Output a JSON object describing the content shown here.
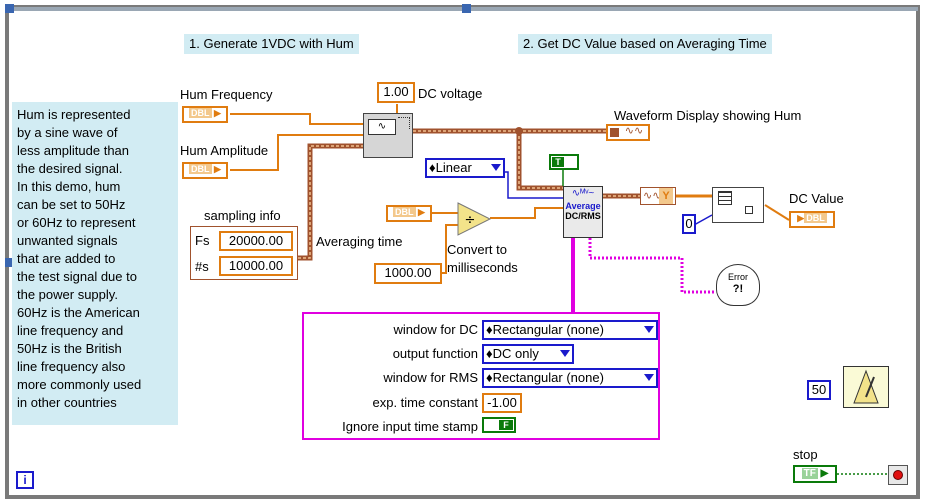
{
  "annotations": {
    "step1": "1. Generate 1VDC with Hum",
    "step2": "2. Get DC Value based on Averaging Time",
    "description": [
      "Hum is represented",
      "by a sine wave of",
      "less amplitude than",
      "the desired signal.",
      "In this demo, hum",
      "can be set to 50Hz",
      "or 60Hz to represent",
      "unwanted signals",
      "that are added to",
      "the test signal due to",
      "the power supply.",
      "60Hz is the American",
      "line frequency and",
      "50Hz is the British",
      "line frequency also",
      "more commonly used",
      "in other countries"
    ]
  },
  "controls": {
    "hum_frequency": {
      "label": "Hum Frequency",
      "type": "DBL"
    },
    "hum_amplitude": {
      "label": "Hum Amplitude",
      "type": "DBL"
    },
    "sampling_info": {
      "label": "sampling info",
      "fs_label": "Fs",
      "fs_value": "20000.00",
      "ns_label": "#s",
      "ns_value": "10000.00"
    },
    "averaging_time": {
      "label": "Averaging time",
      "type": "DBL"
    },
    "stop": {
      "label": "stop",
      "type": "TF"
    }
  },
  "constants": {
    "dc_voltage": {
      "value": "1.00",
      "label": "DC voltage"
    },
    "milliseconds": {
      "value": "1000.00"
    },
    "convert_label": [
      "Convert to",
      "milliseconds"
    ],
    "linear": "Linear",
    "index_zero": "0",
    "wait_ms": "50",
    "true_const": "T"
  },
  "indicators": {
    "waveform_display": {
      "label": "Waveform Display showing Hum"
    },
    "dc_value": {
      "label": "DC Value",
      "type": "DBL"
    }
  },
  "subvis": {
    "average_dc_rms": [
      "Average",
      "DC/RMS"
    ],
    "error": [
      "Error",
      "?!"
    ],
    "waveform_y": "Y"
  },
  "cluster": {
    "rows": [
      {
        "label": "window for DC",
        "value": "Rectangular (none)",
        "kind": "enum"
      },
      {
        "label": "output function",
        "value": "DC only",
        "kind": "enum"
      },
      {
        "label": "window for RMS",
        "value": "Rectangular (none)",
        "kind": "enum"
      },
      {
        "label": "exp. time constant",
        "value": "-1.00",
        "kind": "number"
      },
      {
        "label": "Ignore  input time stamp",
        "value": "F",
        "kind": "bool"
      }
    ]
  },
  "colors": {
    "orange_wire": "#e07c10",
    "blue_wire": "#1a1acc",
    "pink_wire": "#e000e0",
    "brown_wire": "#a0522d",
    "green_bool": "#0a7a0a",
    "hint_bg": "#d2ecf3"
  }
}
